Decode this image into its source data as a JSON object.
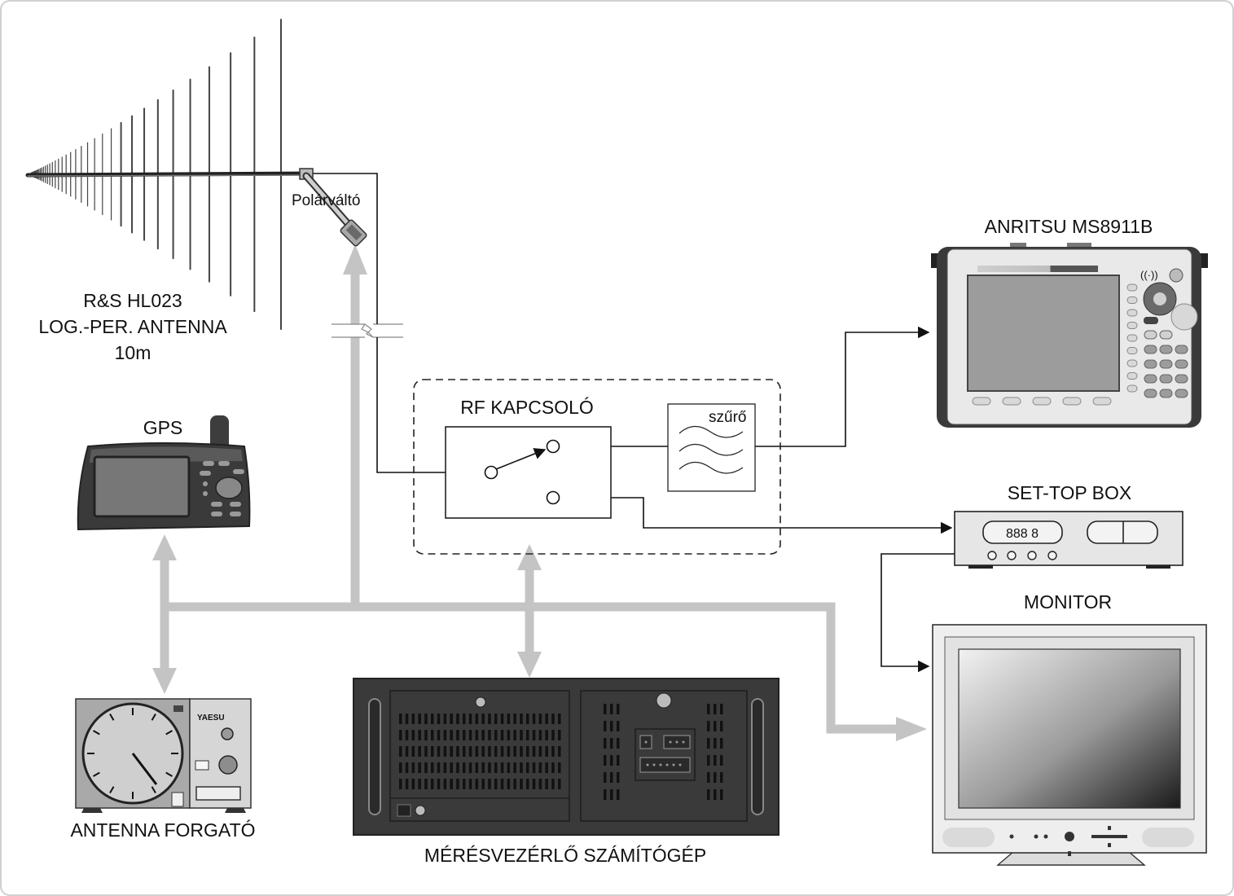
{
  "labels": {
    "antenna_line1": "R&S HL023",
    "antenna_line2": "LOG.-PER. ANTENNA",
    "antenna_line3": "10m",
    "polarizer": "Polárváltó",
    "gps": "GPS",
    "rf_switch": "RF KAPCSOLÓ",
    "filter": "szűrő",
    "analyzer": "ANRITSU MS8911B",
    "set_top_box": "SET-TOP BOX",
    "monitor": "MONITOR",
    "rotator": "ANTENNA FORGATÓ",
    "computer": "MÉRÉSVEZÉRLŐ SZÁMÍTÓGÉP"
  },
  "device_text": {
    "rotator_brand": "YAESU",
    "stb_display": "888 8",
    "analyzer_wireless": "((·))"
  },
  "colors": {
    "signal_line": "#111111",
    "control_bus": "#c4c4c4",
    "device_dark": "#3a3a3a",
    "device_light": "#e6e6e6"
  }
}
